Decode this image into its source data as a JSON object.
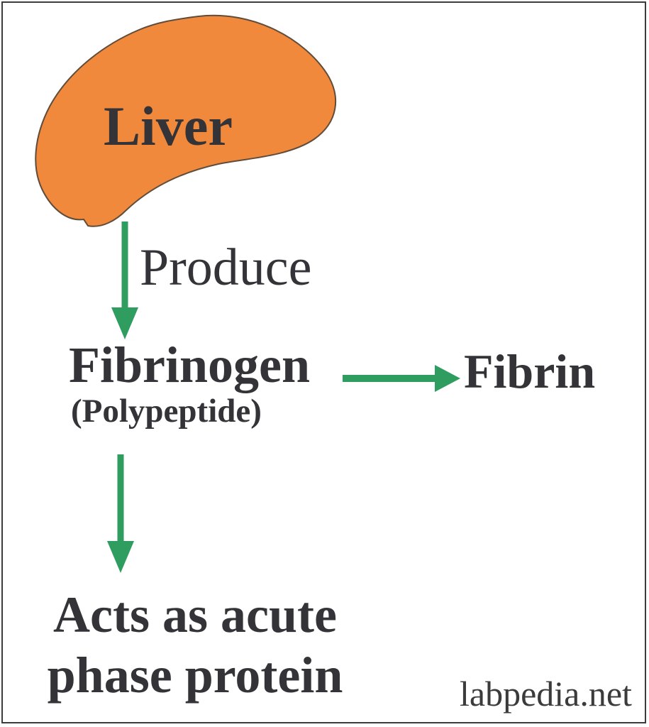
{
  "page": {
    "background": "#ffffff",
    "frame_color": "#3c3c3c"
  },
  "palette": {
    "liver_fill": "#F1893C",
    "liver_outline": "#5f4c3a",
    "arrow_green": "#2E9D5F",
    "text_dark": "#333338",
    "watermark_color": "#3b3b3b"
  },
  "diagram": {
    "nodes": [
      {
        "id": "liver",
        "label": "Liver",
        "shape": "liver-silhouette",
        "fill": "#F1893C"
      },
      {
        "id": "fibrinogen",
        "label": "Fibrinogen",
        "sublabel": "(Polypeptide)"
      },
      {
        "id": "fibrin",
        "label": "Fibrin"
      },
      {
        "id": "acute-phase",
        "label": "Acts as acute phase protein",
        "line1": "Acts as acute",
        "line2": "phase protein"
      }
    ],
    "edges": [
      {
        "from": "liver",
        "to": "fibrinogen",
        "label": "Produce",
        "direction": "down"
      },
      {
        "from": "fibrinogen",
        "to": "fibrin",
        "label": "",
        "direction": "right"
      },
      {
        "from": "fibrinogen",
        "to": "acute-phase",
        "label": "",
        "direction": "down"
      }
    ]
  },
  "watermark": {
    "text": "labpedia.net"
  }
}
